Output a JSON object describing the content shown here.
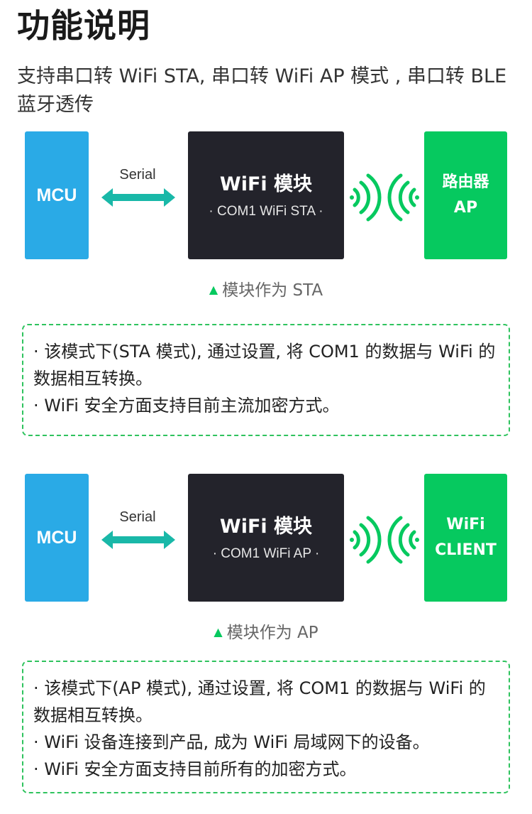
{
  "title": "功能说明",
  "intro": "支持串口转 WiFi STA, 串口转 WiFi AP 模式 , 串口转 BLE 蓝牙透传",
  "colors": {
    "mcu": "#2aaae6",
    "module": "#23232b",
    "target": "#06c95f",
    "arrow": "#19b8a8",
    "dashed_border": "#2fc35e"
  },
  "icons": {
    "arrow": "double-arrow-icon",
    "signal": "wireless-signal-icon",
    "caption": "triangle-up-icon"
  },
  "sta_diagram": {
    "mcu": "MCU",
    "serial": "Serial",
    "module_title": "WiFi 模块",
    "module_sub": "· COM1  WiFi STA ·",
    "target_line1": "路由器",
    "target_line2": "AP",
    "caption": "模块作为 STA",
    "caption_marker": "▲"
  },
  "sta_notes": [
    "· 该模式下(STA 模式), 通过设置, 将 COM1 的数据与 WiFi 的数据相互转换。",
    "· WiFi 安全方面支持目前主流加密方式。"
  ],
  "ap_diagram": {
    "mcu": "MCU",
    "serial": "Serial",
    "module_title": "WiFi 模块",
    "module_sub": "· COM1   WiFi AP ·",
    "target_line1": "WiFi",
    "target_line2": "CLIENT",
    "caption": "模块作为 AP",
    "caption_marker": "▲"
  },
  "ap_notes": [
    "· 该模式下(AP 模式), 通过设置, 将 COM1 的数据与 WiFi 的数据相互转换。",
    "· WiFi 设备连接到产品, 成为 WiFi 局域网下的设备。",
    "· WiFi 安全方面支持目前所有的加密方式。"
  ]
}
